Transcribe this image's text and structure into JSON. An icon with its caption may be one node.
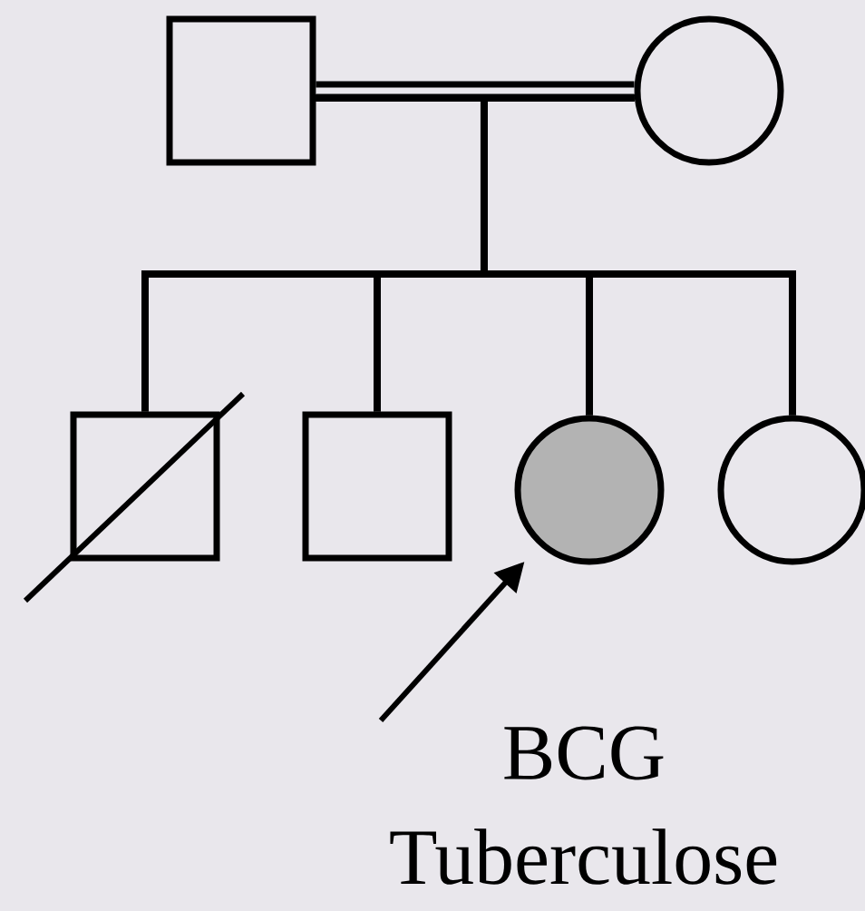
{
  "diagram": {
    "nodes": [
      {
        "text": [],
        "shape": "box"
      },
      {
        "text": [],
        "shape": "circle"
      },
      {
        "text": [],
        "shape": "box"
      },
      {
        "text": [],
        "shape": "box"
      },
      {
        "text": [],
        "shape": "circle"
      },
      {
        "text": [],
        "shape": "circle"
      }
    ],
    "edges": [
      {
        "from": 0,
        "to": 1,
        "arrow": "none",
        "style": "thick"
      },
      {
        "from": 0,
        "to": 2,
        "arrow": "none"
      },
      {
        "from": 0,
        "to": 3,
        "arrow": "none"
      },
      {
        "from": 0,
        "to": 4,
        "arrow": "none"
      },
      {
        "from": 0,
        "to": 5,
        "arrow": "none"
      },
      {
        "from": 1,
        "to": 2,
        "arrow": "none"
      },
      {
        "from": 1,
        "to": 3,
        "arrow": "none"
      },
      {
        "from": 1,
        "to": 4,
        "arrow": "none"
      },
      {
        "from": 1,
        "to": 5,
        "arrow": "none"
      },
      {
        "from": null,
        "to": 4,
        "arrow": "to"
      }
    ],
    "labels": [
      "BCG",
      "Tuberculose"
    ]
  }
}
